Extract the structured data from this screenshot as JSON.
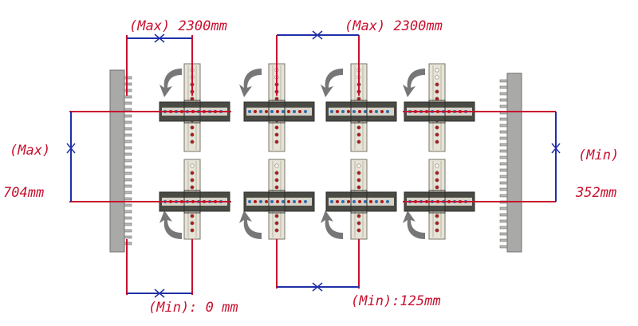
{
  "labels": {
    "top_left": "(Max) 2300mm",
    "top_right": "(Max) 2300mm",
    "left_max": "(Max)",
    "left_max_value": "704mm",
    "right_min": "(Min)",
    "right_min_value": "352mm",
    "bottom_left": "(Min): 0 mm",
    "bottom_right": "(Min):125mm"
  },
  "colors": {
    "dimension_red": "#c8102e",
    "dimension_blue": "#1f2fa8",
    "rack_gray": "#a9aaa7",
    "beam_dark": "#4a4a45",
    "upright_light": "#e7e3d6",
    "arrow_gray": "#777777"
  }
}
